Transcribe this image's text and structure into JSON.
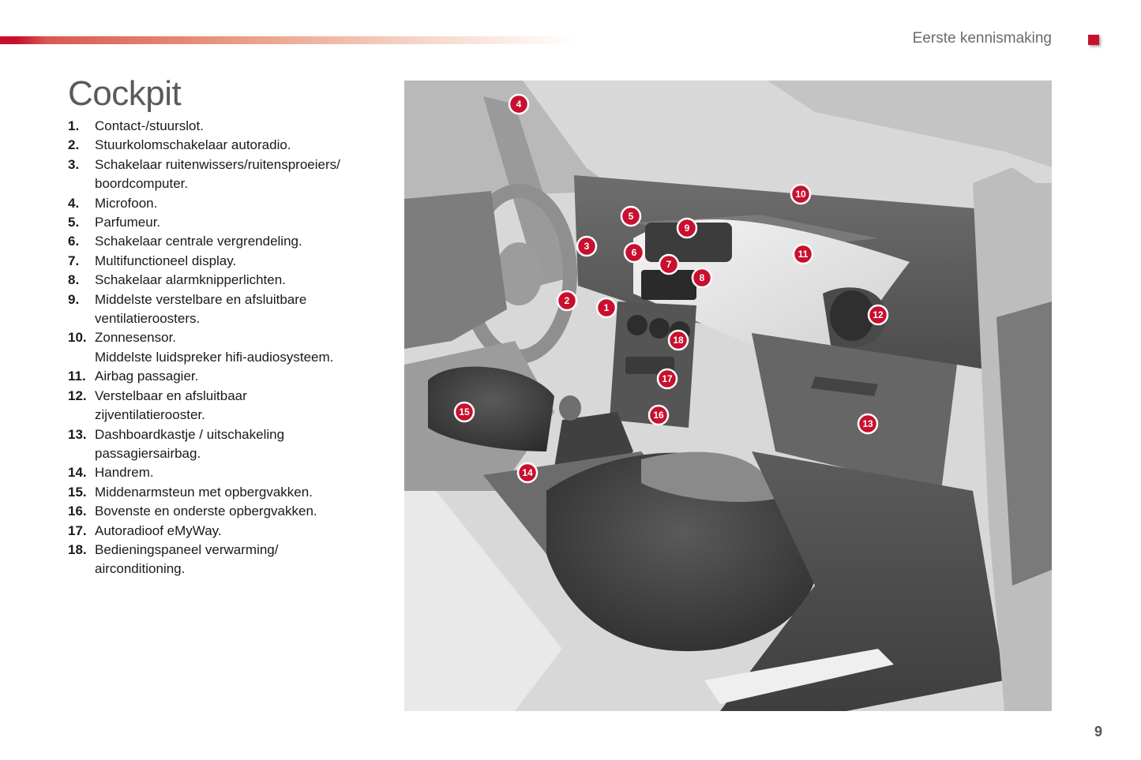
{
  "header": {
    "section": "Eerste kennismaking",
    "accent_color": "#c8102e"
  },
  "title": "Cockpit",
  "legend": [
    {
      "num": "1.",
      "lines": [
        "Contact-/stuurslot."
      ]
    },
    {
      "num": "2.",
      "lines": [
        "Stuurkolomschakelaar autoradio."
      ]
    },
    {
      "num": "3.",
      "lines": [
        "Schakelaar ruitenwissers/ruitensproeiers/",
        "boordcomputer."
      ]
    },
    {
      "num": "4.",
      "lines": [
        "Microfoon."
      ]
    },
    {
      "num": "5.",
      "lines": [
        "Parfumeur."
      ]
    },
    {
      "num": "6.",
      "lines": [
        "Schakelaar centrale vergrendeling."
      ]
    },
    {
      "num": "7.",
      "lines": [
        "Multifunctioneel display."
      ]
    },
    {
      "num": "8.",
      "lines": [
        "Schakelaar alarmknipperlichten."
      ]
    },
    {
      "num": "9.",
      "lines": [
        "Middelste verstelbare en afsluitbare",
        "ventilatieroosters."
      ]
    },
    {
      "num": "10.",
      "lines": [
        "Zonnesensor.",
        "Middelste luidspreker hifi-audiosysteem."
      ]
    },
    {
      "num": "11.",
      "lines": [
        "Airbag passagier."
      ]
    },
    {
      "num": "12.",
      "lines": [
        "Verstelbaar en afsluitbaar",
        "zijventilatierooster."
      ]
    },
    {
      "num": "13.",
      "lines": [
        "Dashboardkastje / uitschakeling",
        "passagiersairbag."
      ]
    },
    {
      "num": "14.",
      "lines": [
        "Handrem."
      ]
    },
    {
      "num": "15.",
      "lines": [
        "Middenarmsteun met opbergvakken."
      ]
    },
    {
      "num": "16.",
      "lines": [
        "Bovenste en onderste opbergvakken."
      ]
    },
    {
      "num": "17.",
      "lines": [
        "Autoradioof eMyWay."
      ]
    },
    {
      "num": "18.",
      "lines": [
        "Bedieningspaneel verwarming/",
        "airconditioning."
      ]
    }
  ],
  "callouts": [
    "1",
    "2",
    "3",
    "4",
    "5",
    "6",
    "7",
    "8",
    "9",
    "10",
    "11",
    "12",
    "13",
    "14",
    "15",
    "16",
    "17",
    "18"
  ],
  "page_number": "9"
}
